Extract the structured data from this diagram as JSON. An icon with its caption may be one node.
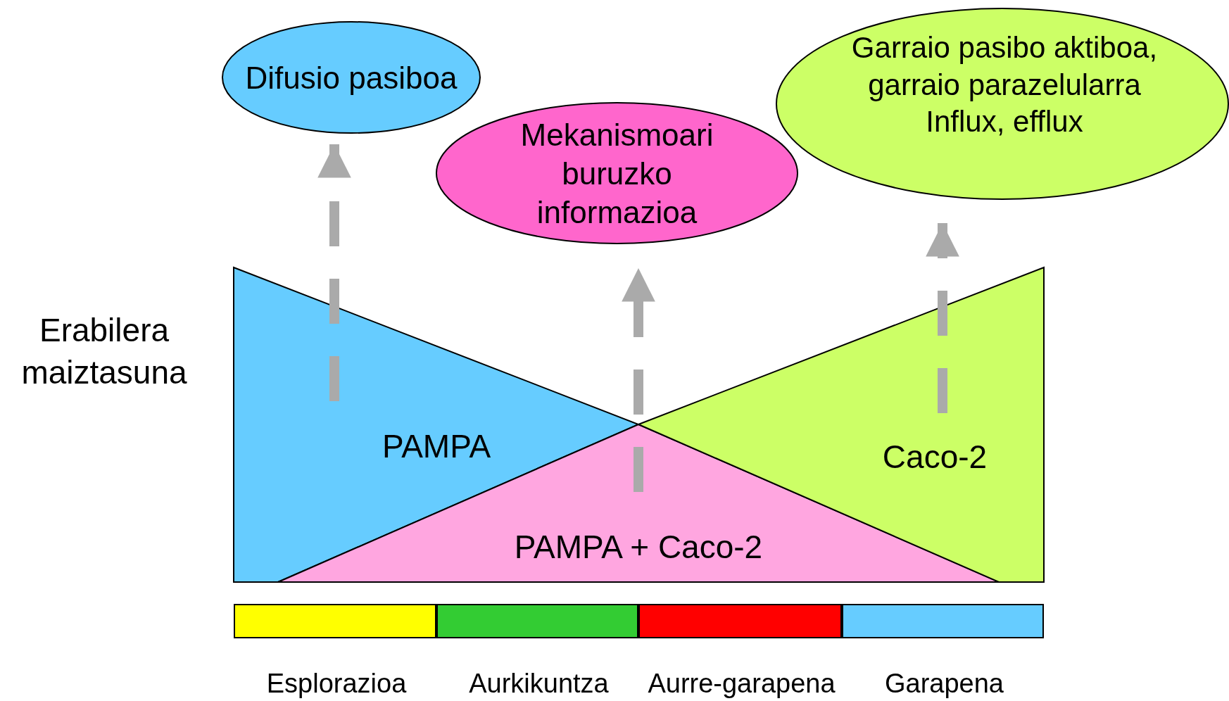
{
  "diagram": {
    "nodes": [
      {
        "text": [
          "Difusio pasiboa"
        ]
      },
      {
        "text": [
          "Mekanismoari buruzko informazioa"
        ]
      },
      {
        "text": [
          "Garraio pasibo aktiboa, garraio parazelularra Influx, efflux"
        ]
      },
      {
        "text": [
          "PAMPA"
        ]
      },
      {
        "text": [
          "PAMPA + Caco-2"
        ]
      },
      {
        "text": [
          "Caco-2"
        ]
      },
      {
        "text": [
          "Esplorazioa"
        ]
      },
      {
        "text": [
          "Aurkikuntza"
        ]
      },
      {
        "text": [
          "Aurre-garapena"
        ]
      },
      {
        "text": [
          "Garapena"
        ]
      }
    ],
    "edges": [
      {
        "from": 3,
        "to": 0,
        "arrow": "to",
        "style": "dashed"
      },
      {
        "from": 4,
        "to": 1,
        "arrow": "to",
        "style": "dashed"
      },
      {
        "from": 5,
        "to": 2,
        "arrow": "to",
        "style": "dashed"
      }
    ],
    "labels": [
      "Erabilera maiztasuna"
    ]
  }
}
